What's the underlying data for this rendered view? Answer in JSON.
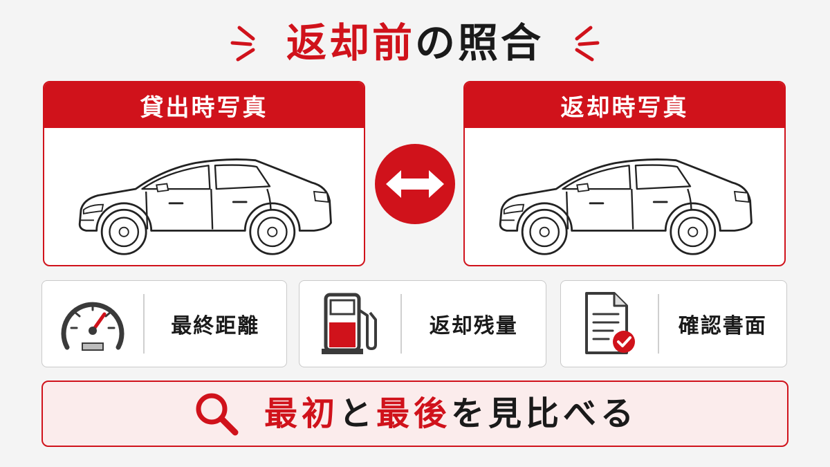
{
  "title": {
    "part_red": "返却前",
    "part_black": "の照合"
  },
  "photos": [
    {
      "label": "貸出時写真"
    },
    {
      "label": "返却時写真"
    }
  ],
  "checks": [
    {
      "label": "最終距離",
      "icon": "speedometer-icon"
    },
    {
      "label": "返却残量",
      "icon": "fuel-pump-icon"
    },
    {
      "label": "確認書面",
      "icon": "document-check-icon"
    }
  ],
  "bottom": {
    "icon": "magnifier-icon",
    "parts": [
      "最初",
      "と",
      "最後",
      "を見比べる"
    ]
  },
  "colors": {
    "accent": "#d0121b",
    "text": "#1a1a1a",
    "background": "#f4f4f4",
    "bottom_fill": "#fbecec"
  }
}
